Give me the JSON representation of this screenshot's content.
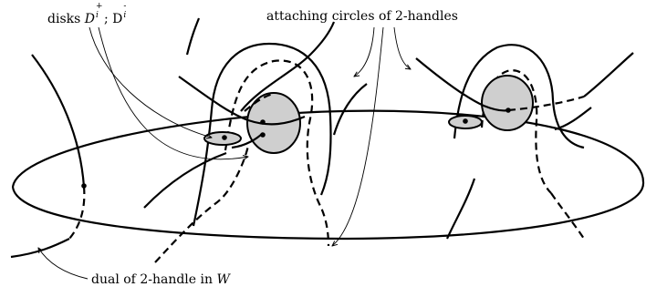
{
  "labels": {
    "disks_prefix": "disks",
    "disk_plus_name": "D",
    "disk_plus_sup": "+",
    "disk_plus_sub": "i",
    "separator": ";",
    "disk_minus_name": "D",
    "disk_minus_sup": "-",
    "disk_minus_sub": "i",
    "attaching_circles": "attaching circles of 2-handles",
    "dual_prefix": "dual of 2-handle in",
    "dual_space": "W"
  },
  "colors": {
    "stroke": "#000000",
    "disk_fill": "#cfcfcf",
    "background": "#ffffff"
  }
}
